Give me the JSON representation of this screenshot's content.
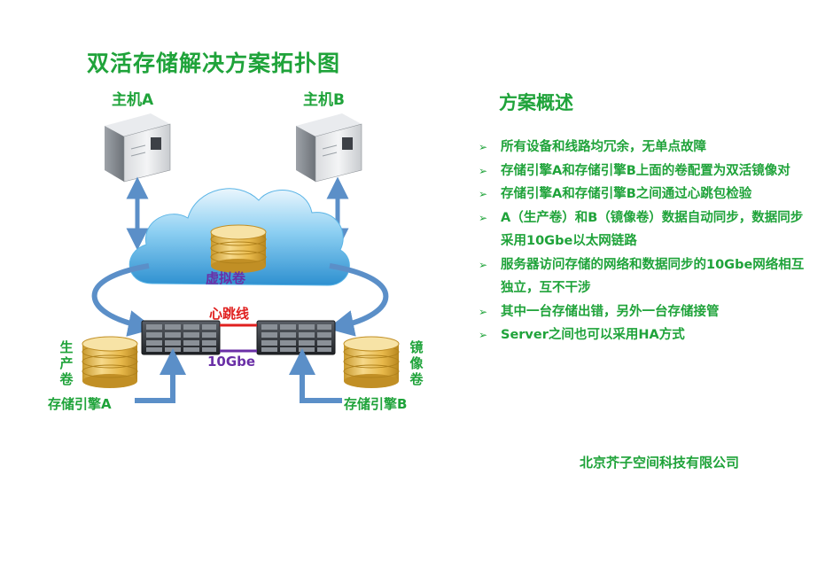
{
  "title": "双活存储解决方案拓扑图",
  "host_a": "主机A",
  "host_b": "主机B",
  "virtual_volume": "虚拟卷",
  "heartbeat": "心跳线",
  "network": "10Gbe",
  "production_volume": "生产卷",
  "mirror_volume": "镜像卷",
  "engine_a": "存储引擎A",
  "engine_b": "存储引擎B",
  "overview": {
    "title": "方案概述",
    "items": [
      "所有设备和线路均冗余，无单点故障",
      "存储引擎A和存储引擎B上面的卷配置为双活镜像对",
      "存储引擎A和存储引擎B之间通过心跳包检验",
      "A（生产卷）和B（镜像卷）数据自动同步，数据同步采用10Gbe以太网链路",
      "服务器访问存储的网络和数据同步的10Gbe网络相互独立，互不干涉",
      "其中一台存储出错，另外一台存储接管",
      "Server之间也可以采用HA方式"
    ]
  },
  "company": "北京芥子空间科技有限公司",
  "colors": {
    "green": "#1fa33a",
    "cloud": "#5ab4e6",
    "arrow": "#5b8fc8",
    "heartbeat": "#e0201f",
    "link": "#6a2fa6",
    "disk": "#e6b84a"
  }
}
